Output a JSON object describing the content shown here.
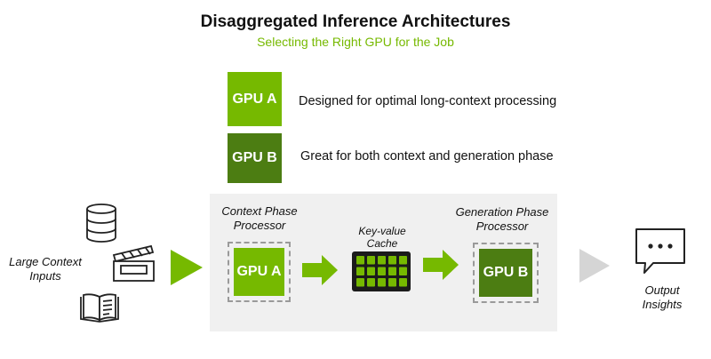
{
  "header": {
    "title": "Disaggregated Inference Architectures",
    "subtitle": "Selecting the Right GPU for the Job"
  },
  "legend": [
    {
      "label": "GPU A",
      "description": "Designed for optimal long-context processing",
      "color": "#76b900"
    },
    {
      "label": "GPU B",
      "description": "Great for both context and generation phase",
      "color": "#4c7d12"
    }
  ],
  "flow": {
    "input_label": "Large Context\nInputs",
    "context_label": "Context Phase\nProcessor",
    "context_gpu": "GPU A",
    "cache_label": "Key-value\nCache",
    "generation_label": "Generation Phase\nProcessor",
    "generation_gpu": "GPU B",
    "output_label": "Output\nInsights"
  },
  "colors": {
    "accent": "#76b900",
    "dark_green": "#4c7d12",
    "panel_bg": "#f0f0f0",
    "gray_arrow": "#d5d5d5"
  },
  "icons": [
    "database-icon",
    "clapperboard-icon",
    "book-icon",
    "chat-bubble-icon"
  ]
}
